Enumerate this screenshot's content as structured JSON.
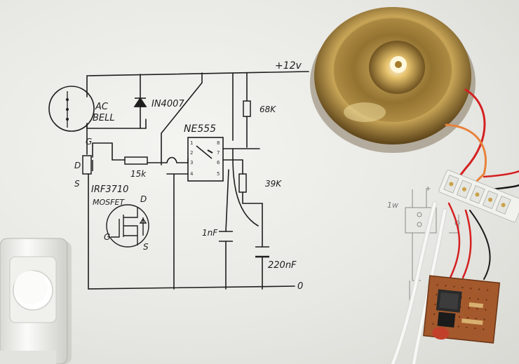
{
  "schematic": {
    "supply_label": "+12v",
    "ground_label": "0",
    "bell_label_line1": "AC",
    "bell_label_line2": "BELL",
    "diode_label": "IN4007",
    "ic_label": "NE555",
    "r_top_label": "68K",
    "r_mid_label": "39K",
    "r_gate_label": "15k",
    "cap_small_label": "1nF",
    "cap_large_label": "220nF",
    "mosfet_label": "IRF3710",
    "mosfet_type": "MOSFET",
    "gate_label": "G",
    "drain_label": "D",
    "source_label": "S",
    "ic_pins_left": [
      "1",
      "2",
      "3",
      "4"
    ],
    "ic_pins_right": [
      "8",
      "7",
      "6",
      "5"
    ]
  },
  "right_sketch": {
    "label_1w": "1w",
    "label_plus": "+"
  },
  "colors": {
    "paper": "#ececea",
    "ink": "#1e1e1e",
    "brass": "#c9a24a",
    "pcb": "#a4592c",
    "wire_red": "#d42020",
    "wire_orange": "#e8823a",
    "button_body": "#f5f5f3"
  }
}
